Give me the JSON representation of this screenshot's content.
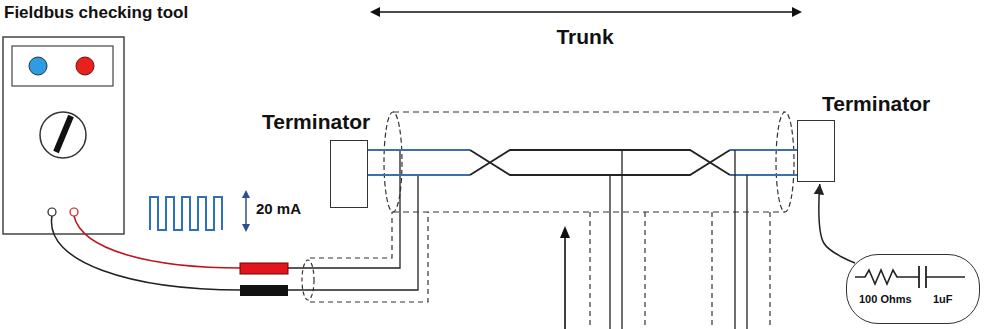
{
  "diagram": {
    "title": "Fieldbus checking tool",
    "nodes": [
      {
        "text": [
          "Terminator"
        ]
      },
      {
        "text": [
          "Terminator"
        ]
      },
      {
        "text": [
          "100 Ohms",
          "1uF"
        ]
      }
    ],
    "edges": [
      {
        "from": 2,
        "to": 1,
        "arrow": "to"
      }
    ],
    "labels": [
      "Trunk",
      "20 mA"
    ]
  }
}
